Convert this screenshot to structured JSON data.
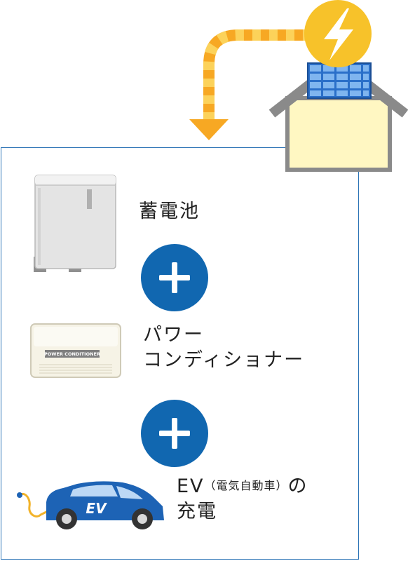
{
  "labels": {
    "battery": "蓄電池",
    "power_conditioner_line1": "パワー",
    "power_conditioner_line2": "コンディショナー",
    "ev_line1_main": "EV",
    "ev_line1_paren": "（電気自動車）",
    "ev_line1_tail": "の",
    "ev_line2": "充電"
  },
  "device_text": {
    "power_conditioner_plate": "POWER CONDITIONER",
    "ev_car_badge": "EV"
  },
  "icons": {
    "sun": "lightning-bolt-sun-icon",
    "plus": "plus-icon",
    "arrow": "down-arrow-icon"
  },
  "colors": {
    "frame": "#2a72b5",
    "plus_circle": "#1167b0",
    "sun": "#f7c22a",
    "path_stripe_a": "#f7a823",
    "path_stripe_b": "#fcd25a",
    "house_fill": "#fff7c2",
    "house_outline": "#8a8a8a",
    "solar_panel": "#2a6fc9",
    "car_body": "#1d63b5"
  }
}
